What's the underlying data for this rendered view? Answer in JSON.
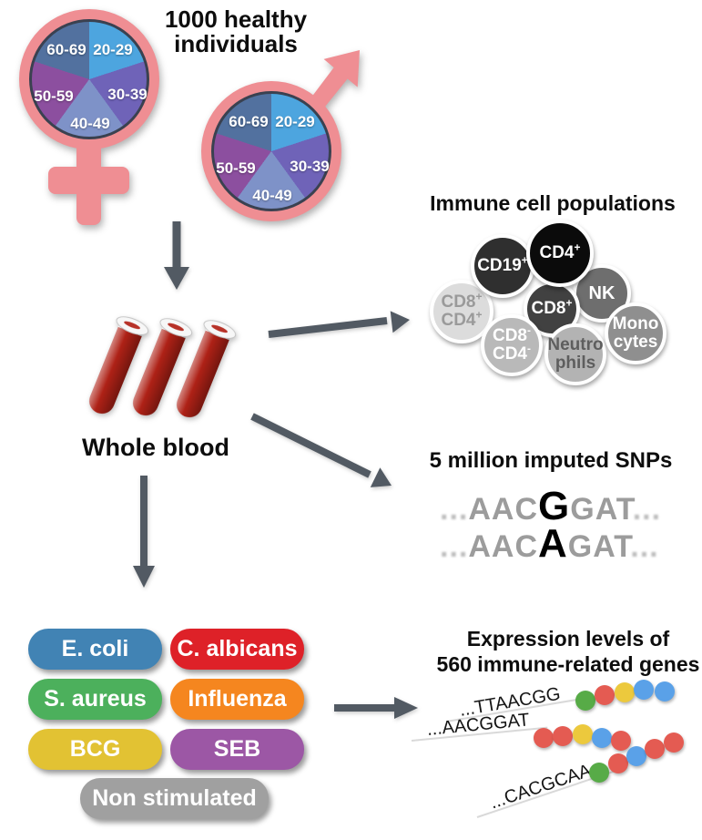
{
  "header": {
    "line1": "1000 healthy",
    "line2": "individuals"
  },
  "demographics": {
    "age_groups": [
      "20-29",
      "30-39",
      "40-49",
      "50-59",
      "60-69"
    ],
    "segment_colors": [
      "#4DA5DF",
      "#6F63B8",
      "#7E92C8",
      "#8C4F9F",
      "#52719F"
    ],
    "symbol_color": "#EF8E93"
  },
  "blood": {
    "label": "Whole blood",
    "tube_color": "#AE2116",
    "tube_count": 3
  },
  "immune": {
    "title": "Immune cell populations",
    "cells": [
      {
        "line1": "CD8",
        "sup1": "+",
        "line2": "CD4",
        "sup2": "+",
        "color": "#DCDCDC",
        "text_color": "#9A9A9A"
      },
      {
        "line1": "CD19",
        "sup1": "+",
        "color": "#2F2F2F",
        "text_color": "#FFFFFF"
      },
      {
        "line1": "NK",
        "color": "#6E6E6E",
        "text_color": "#FFFFFF"
      },
      {
        "line1": "CD8",
        "sup1": "+",
        "color": "#414141",
        "text_color": "#FFFFFF"
      },
      {
        "line1": "CD4",
        "sup1": "+",
        "color": "#0B0B0B",
        "text_color": "#FFFFFF"
      },
      {
        "line1": "CD8",
        "sup1": "-",
        "line2": "CD4",
        "sup2": "-",
        "color": "#B9B9B9",
        "text_color": "#FFFFFF"
      },
      {
        "line1": "Neutro",
        "line2": "phils",
        "color": "#B3B3B3",
        "text_color": "#5E5E5E"
      },
      {
        "line1": "Mono",
        "line2": "cytes",
        "color": "#8F8F8F",
        "text_color": "#FFFFFF"
      }
    ]
  },
  "snps": {
    "title": "5 million imputed SNPs",
    "rows": [
      {
        "lead": "...",
        "pre": "AAC",
        "variant": "G",
        "post": "GAT",
        "trail": "..."
      },
      {
        "lead": "...",
        "pre": "AAC",
        "variant": "A",
        "post": "GAT",
        "trail": "..."
      }
    ]
  },
  "stimuli": {
    "items": [
      {
        "label": "E. coli",
        "color": "#4183B4"
      },
      {
        "label": "C. albicans",
        "color": "#DE2128"
      },
      {
        "label": "S. aureus",
        "color": "#4CB05C"
      },
      {
        "label": "Influenza",
        "color": "#F5861F"
      },
      {
        "label": "BCG",
        "color": "#E2C233"
      },
      {
        "label": "SEB",
        "color": "#9C57A5"
      },
      {
        "label": "Non stimulated",
        "color": "#A0A0A0"
      }
    ]
  },
  "expression": {
    "title_line1": "Expression levels of",
    "title_line2": "560 immune-related genes",
    "rows": [
      {
        "seq": "...TTAACGG",
        "dots": [
          "green",
          "red",
          "yellow",
          "blue",
          "blue"
        ]
      },
      {
        "seq": "...AACGGAT",
        "dots": [
          "red",
          "red",
          "yellow",
          "blue",
          "red"
        ]
      },
      {
        "seq": "...CACGCAA",
        "dots": [
          "green",
          "red",
          "blue",
          "red",
          "red"
        ]
      }
    ],
    "dot_palette": {
      "green": "#57AB47",
      "red": "#E45B52",
      "yellow": "#ECC93D",
      "blue": "#5AA1E8"
    }
  }
}
